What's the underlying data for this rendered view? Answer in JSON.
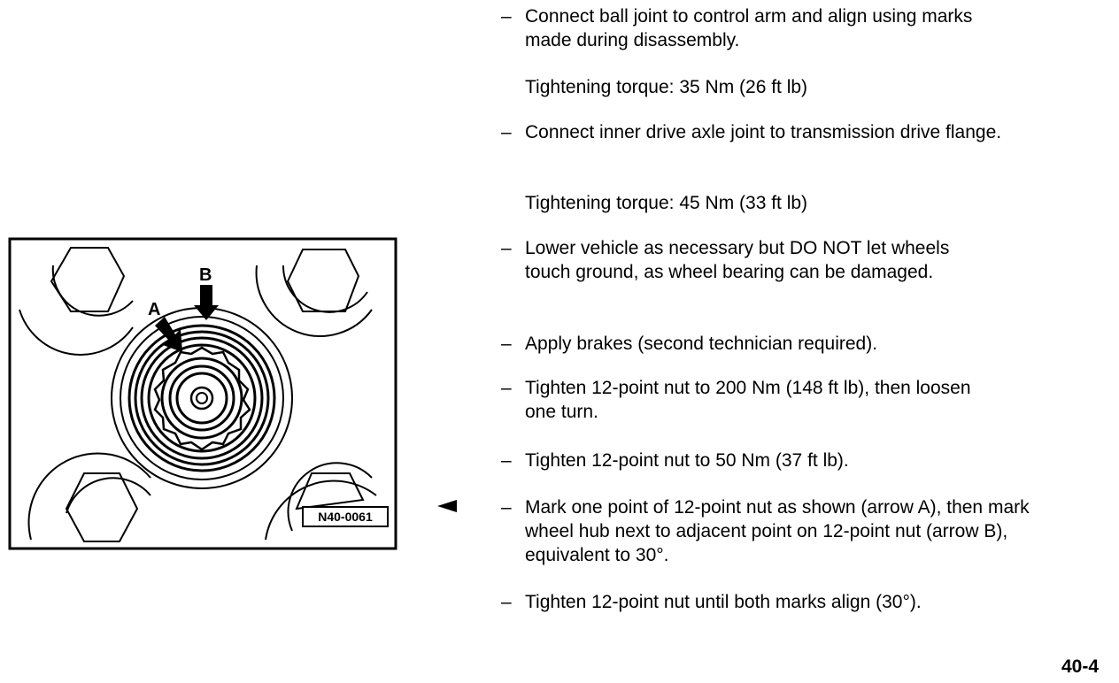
{
  "steps": [
    {
      "marker": "–",
      "text": "Connect ball joint to control arm and align using marks made during disassembly."
    },
    {
      "marker": "–",
      "text": "Connect inner drive axle joint to transmission drive flange."
    },
    {
      "marker": "–",
      "text": "Lower vehicle as necessary but DO NOT let wheels touch ground, as wheel bearing can be damaged."
    },
    {
      "marker": "–",
      "text": "Apply brakes (second technician required)."
    },
    {
      "marker": "–",
      "text": "Tighten 12-point nut to 200 Nm (148 ft lb), then loosen one turn."
    },
    {
      "marker": "–",
      "text": "Tighten 12-point nut to 50 Nm (37 ft lb)."
    },
    {
      "marker": "–",
      "text": "Mark one point of 12-point nut as shown (arrow A), then mark wheel hub next to adjacent point on 12-point nut (arrow B), equivalent to 30°."
    },
    {
      "marker": "–",
      "text": "Tighten 12-point nut until both marks align (30°)."
    }
  ],
  "torques": [
    "Tightening torque:  35 Nm (26 ft lb)",
    "Tightening torque:  45 Nm (33 ft lb)"
  ],
  "figure": {
    "label": "N40-0061",
    "arrow_a": "A",
    "arrow_b": "B"
  },
  "page_number": "40-4"
}
